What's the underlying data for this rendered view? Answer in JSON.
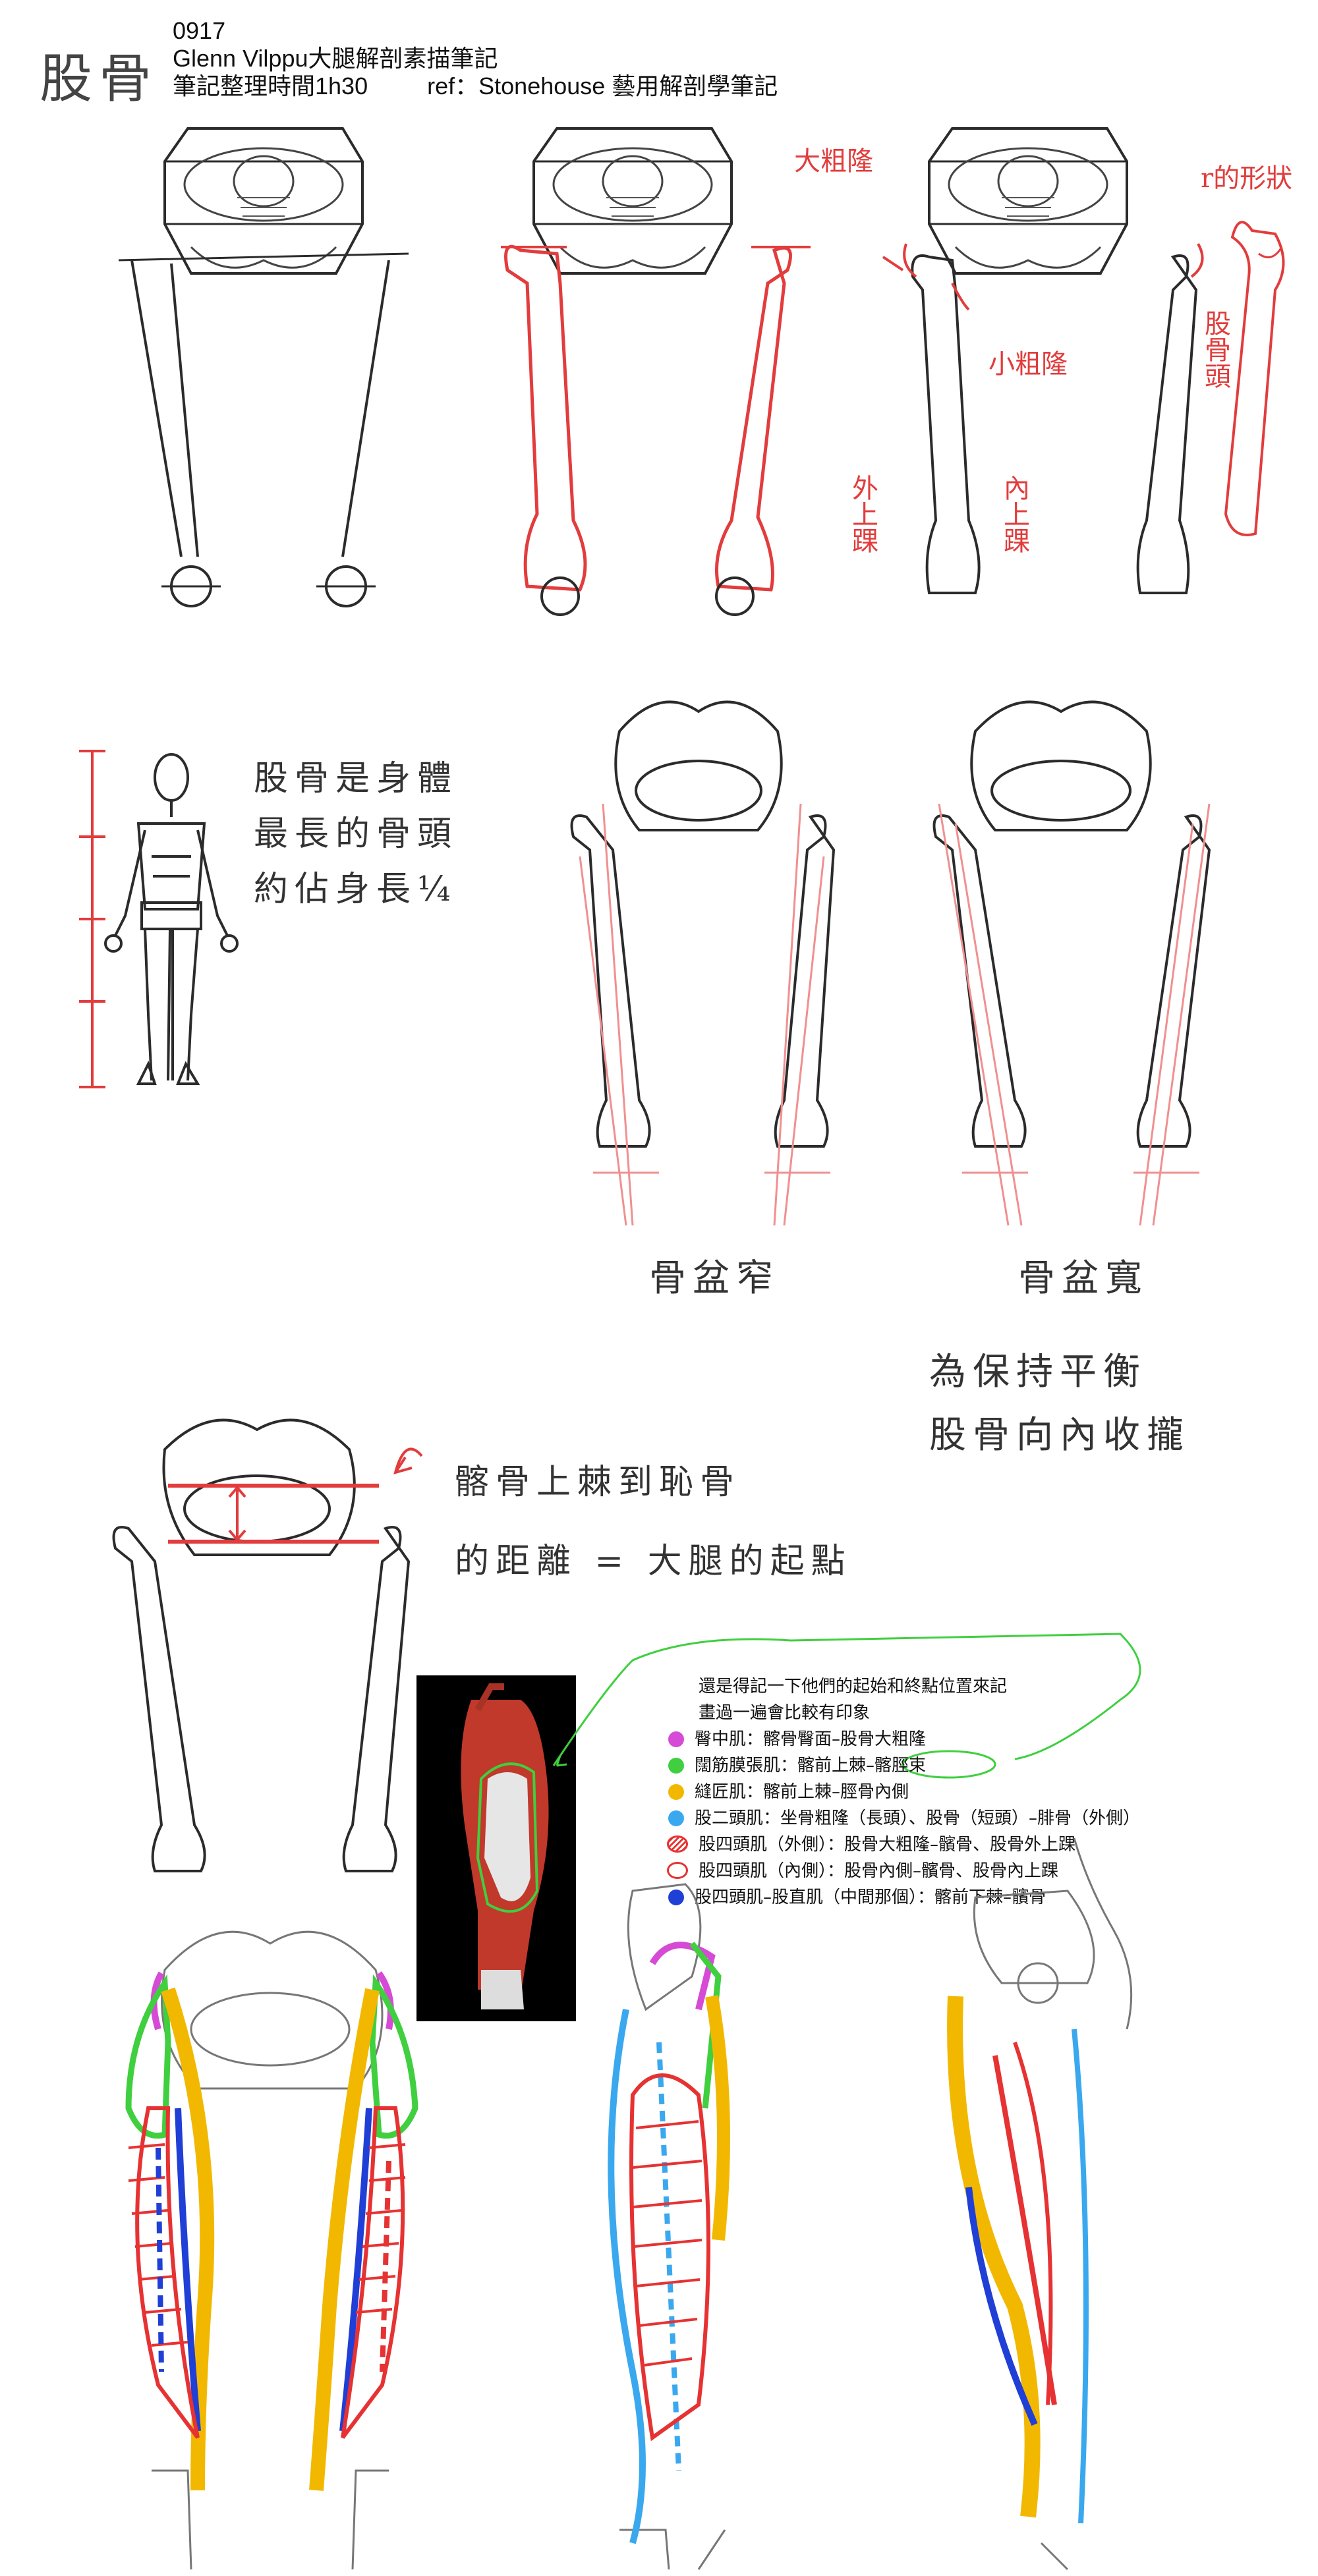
{
  "title": {
    "left_mark": "股骨",
    "id": "0917",
    "line1": "Glenn Vilppu大腿解剖素描筆記",
    "line2_time": "筆記整理時間1h30",
    "line2_ref": "ref：Stonehouse 藝用解剖學筆記"
  },
  "labels": {
    "greater_trochanter": "大粗隆",
    "lesser_trochanter": "小粗隆",
    "r_shape": "r的形狀",
    "femoral_head": "股骨頭",
    "lateral_condyle": "外上踝",
    "medial_condyle": "內上踝"
  },
  "proportion_note": {
    "line1": "股骨是身體",
    "line2": "最長的骨頭",
    "line3": "約佔身長¼"
  },
  "pelvis_captions": {
    "narrow": "骨盆窄",
    "wide": "骨盆寬",
    "balance1": "為保持平衡",
    "balance2": "股骨向內收攏"
  },
  "origin_note": {
    "line1": "髂骨上棘到恥骨",
    "line2": "的距離 = 大腿的起點"
  },
  "legend": {
    "intro1": "還是得記一下他們的起始和終點位置來記",
    "intro2": "畫過一遍會比較有印象",
    "items": [
      {
        "text": "臀中肌：髂骨臀面–股骨大粗隆",
        "color": "#d64bd6",
        "style": "dot"
      },
      {
        "text": "闊筋膜張肌：髂前上棘–髂脛束",
        "color": "#3fcf3f",
        "style": "dot"
      },
      {
        "text": "縫匠肌：髂前上棘–脛骨內側",
        "color": "#f2b800",
        "style": "dot"
      },
      {
        "text": "股二頭肌：坐骨粗隆（長頭）、股骨（短頭）–腓骨（外側）",
        "color": "#3aa8ee",
        "style": "dot"
      },
      {
        "text": "股四頭肌（外側）：股骨大粗隆–髕骨、股骨外上踝",
        "color": "#e63232",
        "style": "hatch"
      },
      {
        "text": "股四頭肌（內側）：股骨內側–髕骨、股骨內上踝",
        "color": "#e63232",
        "style": "ring"
      },
      {
        "text": "股四頭肌–股直肌（中間那個）：髂前下棘–髕骨",
        "color": "#1f3fd6",
        "style": "dot"
      }
    ]
  },
  "colors": {
    "red_annotation": "#e23c3c",
    "green_highlight": "#3fcf3f",
    "pencil": "#2b2b2b"
  }
}
